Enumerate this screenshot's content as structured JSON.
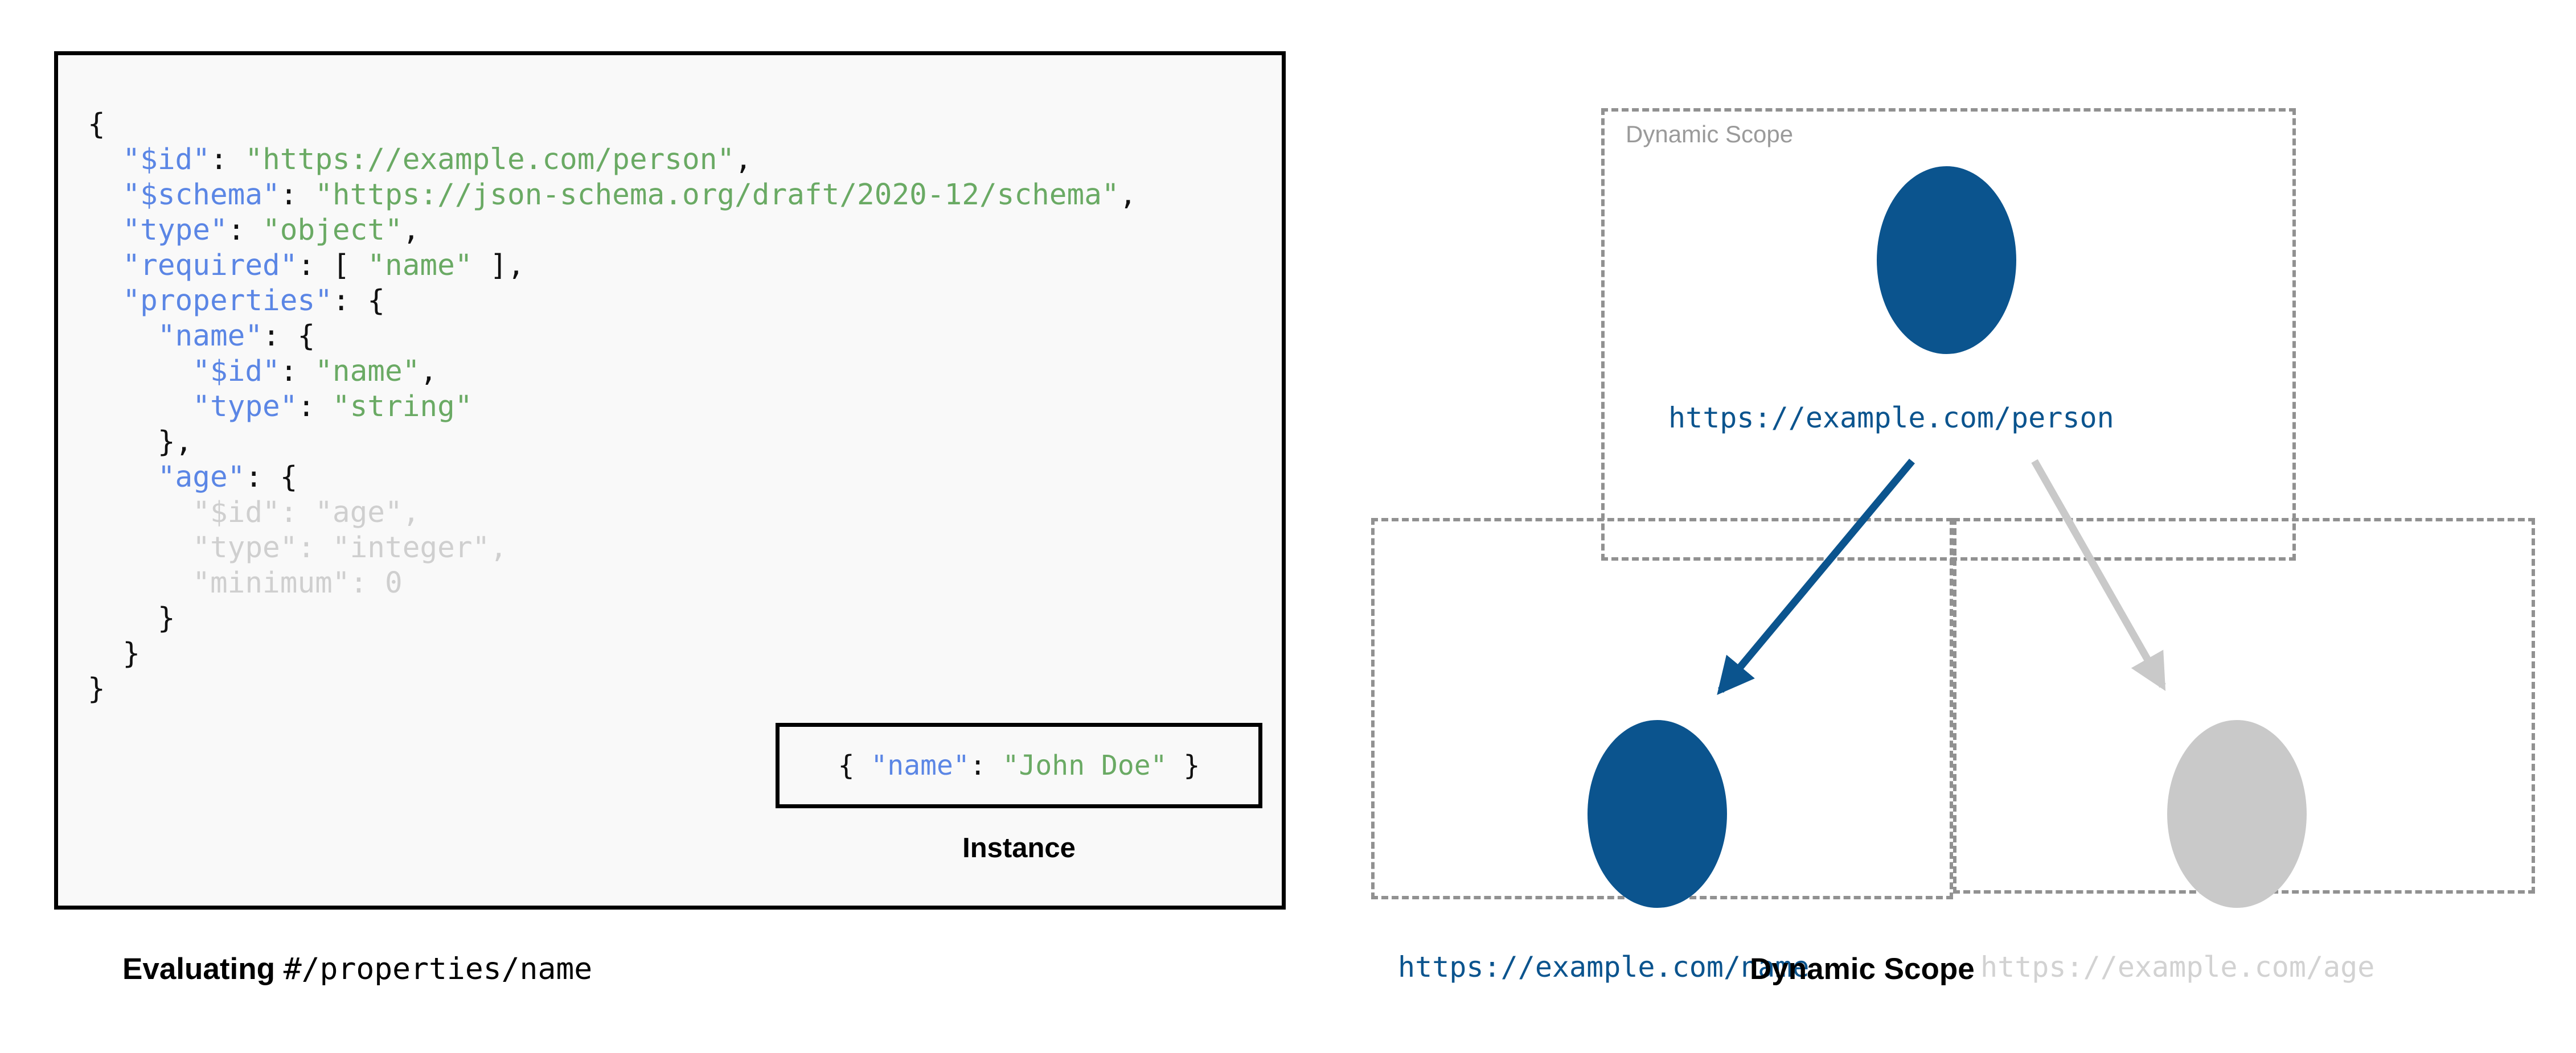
{
  "left": {
    "code_lines": [
      {
        "indent": 0,
        "tokens": [
          {
            "t": "{",
            "c": "p"
          }
        ],
        "dim": false
      },
      {
        "indent": 1,
        "tokens": [
          {
            "t": "\"$id\"",
            "c": "k"
          },
          {
            "t": ": ",
            "c": "p"
          },
          {
            "t": "\"https://example.com/person\"",
            "c": "s"
          },
          {
            "t": ",",
            "c": "p"
          }
        ],
        "dim": false
      },
      {
        "indent": 1,
        "tokens": [
          {
            "t": "\"$schema\"",
            "c": "k"
          },
          {
            "t": ": ",
            "c": "p"
          },
          {
            "t": "\"https://json-schema.org/draft/2020-12/schema\"",
            "c": "s"
          },
          {
            "t": ",",
            "c": "p"
          }
        ],
        "dim": false
      },
      {
        "indent": 1,
        "tokens": [
          {
            "t": "\"type\"",
            "c": "k"
          },
          {
            "t": ": ",
            "c": "p"
          },
          {
            "t": "\"object\"",
            "c": "s"
          },
          {
            "t": ",",
            "c": "p"
          }
        ],
        "dim": false
      },
      {
        "indent": 1,
        "tokens": [
          {
            "t": "\"required\"",
            "c": "k"
          },
          {
            "t": ": [ ",
            "c": "p"
          },
          {
            "t": "\"name\"",
            "c": "s"
          },
          {
            "t": " ],",
            "c": "p"
          }
        ],
        "dim": false
      },
      {
        "indent": 1,
        "tokens": [
          {
            "t": "\"properties\"",
            "c": "k"
          },
          {
            "t": ": {",
            "c": "p"
          }
        ],
        "dim": false
      },
      {
        "indent": 2,
        "tokens": [
          {
            "t": "\"name\"",
            "c": "k"
          },
          {
            "t": ": {",
            "c": "p"
          }
        ],
        "dim": false
      },
      {
        "indent": 3,
        "tokens": [
          {
            "t": "\"$id\"",
            "c": "k"
          },
          {
            "t": ": ",
            "c": "p"
          },
          {
            "t": "\"name\"",
            "c": "s"
          },
          {
            "t": ",",
            "c": "p"
          }
        ],
        "dim": false
      },
      {
        "indent": 3,
        "tokens": [
          {
            "t": "\"type\"",
            "c": "k"
          },
          {
            "t": ": ",
            "c": "p"
          },
          {
            "t": "\"string\"",
            "c": "s"
          }
        ],
        "dim": false
      },
      {
        "indent": 2,
        "tokens": [
          {
            "t": "},",
            "c": "p"
          }
        ],
        "dim": false
      },
      {
        "indent": 2,
        "tokens": [
          {
            "t": "\"age\"",
            "c": "k"
          },
          {
            "t": ": {",
            "c": "p"
          }
        ],
        "dim": false
      },
      {
        "indent": 3,
        "tokens": [
          {
            "t": "\"$id\"",
            "c": "k"
          },
          {
            "t": ": ",
            "c": "p"
          },
          {
            "t": "\"age\"",
            "c": "s"
          },
          {
            "t": ",",
            "c": "p"
          }
        ],
        "dim": true
      },
      {
        "indent": 3,
        "tokens": [
          {
            "t": "\"type\"",
            "c": "k"
          },
          {
            "t": ": ",
            "c": "p"
          },
          {
            "t": "\"integer\"",
            "c": "s"
          },
          {
            "t": ",",
            "c": "p"
          }
        ],
        "dim": true
      },
      {
        "indent": 3,
        "tokens": [
          {
            "t": "\"minimum\"",
            "c": "k"
          },
          {
            "t": ": ",
            "c": "p"
          },
          {
            "t": "0",
            "c": "s"
          }
        ],
        "dim": true
      },
      {
        "indent": 2,
        "tokens": [
          {
            "t": "}",
            "c": "p"
          }
        ],
        "dim": false
      },
      {
        "indent": 1,
        "tokens": [
          {
            "t": "}",
            "c": "p"
          }
        ],
        "dim": false
      },
      {
        "indent": 0,
        "tokens": [
          {
            "t": "}",
            "c": "p"
          }
        ],
        "dim": false
      }
    ],
    "instance": {
      "tokens": [
        {
          "t": "{ ",
          "c": "p"
        },
        {
          "t": "\"name\"",
          "c": "k"
        },
        {
          "t": ": ",
          "c": "p"
        },
        {
          "t": "\"John Doe\"",
          "c": "s"
        },
        {
          "t": " }",
          "c": "p"
        }
      ],
      "caption": "Instance"
    },
    "caption_bold": "Evaluating ",
    "caption_mono": "#/properties/name"
  },
  "right": {
    "scope_label": "Dynamic Scope",
    "nodes": [
      {
        "id": "person",
        "url": "https://example.com/person",
        "state": "active"
      },
      {
        "id": "name",
        "url": "https://example.com/name",
        "state": "active"
      },
      {
        "id": "age",
        "url": "https://example.com/age",
        "state": "inactive"
      }
    ],
    "caption": "Dynamic Scope"
  },
  "colors": {
    "accent_blue": "#0b548e",
    "inactive_grey": "#c9c9c9",
    "key_blue": "#5b86e5",
    "string_green": "#6aaa64",
    "dim_grey": "#cfcfcf",
    "dashed_border": "#919191",
    "panel_bg": "#f9f9f9"
  }
}
